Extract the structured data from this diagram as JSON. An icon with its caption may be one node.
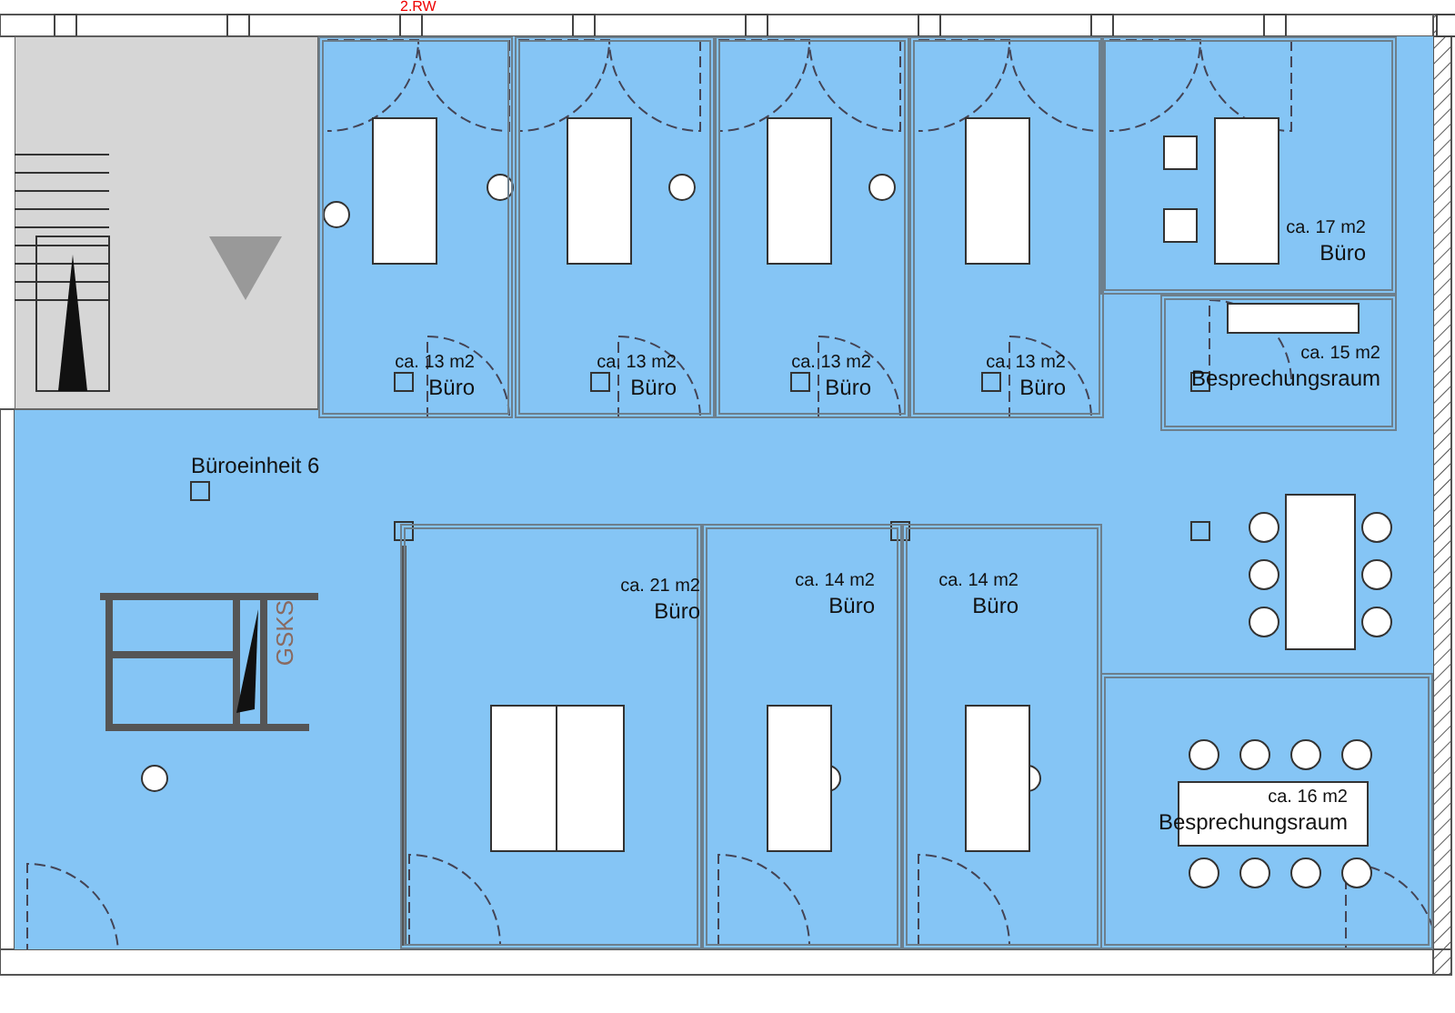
{
  "diagram": {
    "nodes": [
      {
        "text": [
          "Büroeinheit 6"
        ]
      },
      {
        "text": [
          "ca. 13 m2",
          "Büro"
        ],
        "in": 0
      },
      {
        "text": [
          "ca. 13 m2",
          "Büro"
        ],
        "in": 0
      },
      {
        "text": [
          "ca. 13 m2",
          "Büro"
        ],
        "in": 0
      },
      {
        "text": [
          "ca. 13 m2",
          "Büro"
        ],
        "in": 0
      },
      {
        "text": [
          "ca. 17 m2",
          "Büro"
        ],
        "in": 0
      },
      {
        "text": [
          "ca. 15 m2",
          "Besprechungsraum"
        ],
        "in": 0
      },
      {
        "text": [
          "ca. 21 m2",
          "Büro"
        ],
        "in": 0
      },
      {
        "text": [
          "ca. 14 m2",
          "Büro"
        ],
        "in": 0
      },
      {
        "text": [
          "ca. 14 m2",
          "Büro"
        ],
        "in": 0
      },
      {
        "text": [
          "ca. 16 m2",
          "Besprechungsraum"
        ],
        "in": 0
      }
    ],
    "labels": [
      "2.RW",
      "GSKS"
    ]
  }
}
